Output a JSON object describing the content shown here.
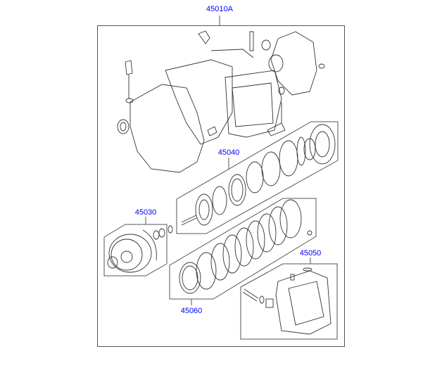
{
  "diagram": {
    "assembly_label": "45010A",
    "groups": [
      {
        "id": "clutch-set",
        "label": "45040"
      },
      {
        "id": "oil-pump",
        "label": "45030"
      },
      {
        "id": "clutch-discs",
        "label": "45060"
      },
      {
        "id": "valve-body",
        "label": "45050"
      }
    ]
  }
}
